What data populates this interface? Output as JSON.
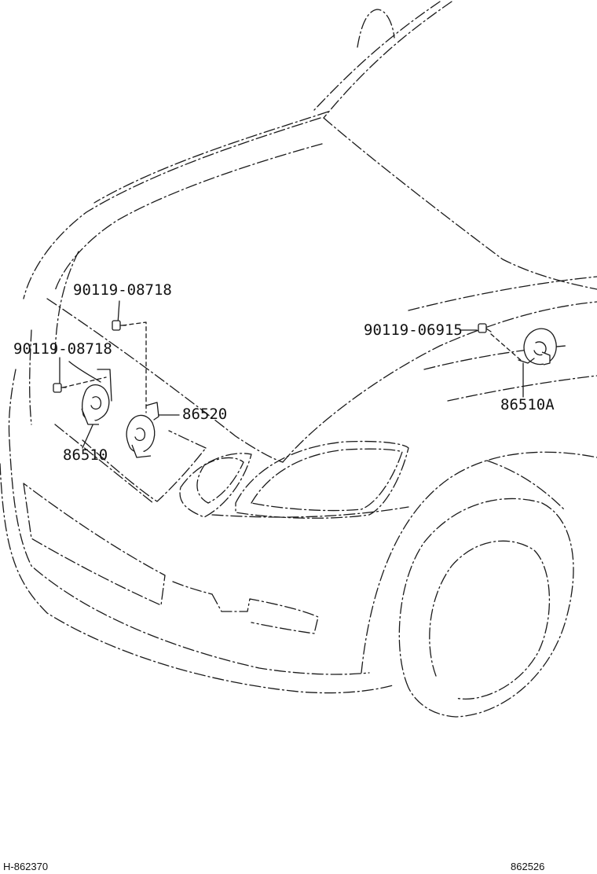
{
  "callouts": {
    "bolt_upper_left": "90119-08718",
    "bolt_left": "90119-08718",
    "bracket": "86520",
    "horn_left": "86510",
    "bolt_right": "90119-06915",
    "horn_right": "86510A"
  },
  "footer": {
    "left_code": "H-862370",
    "right_code": "862526"
  },
  "colors": {
    "line": "#1a1a1a",
    "background": "#ffffff"
  }
}
